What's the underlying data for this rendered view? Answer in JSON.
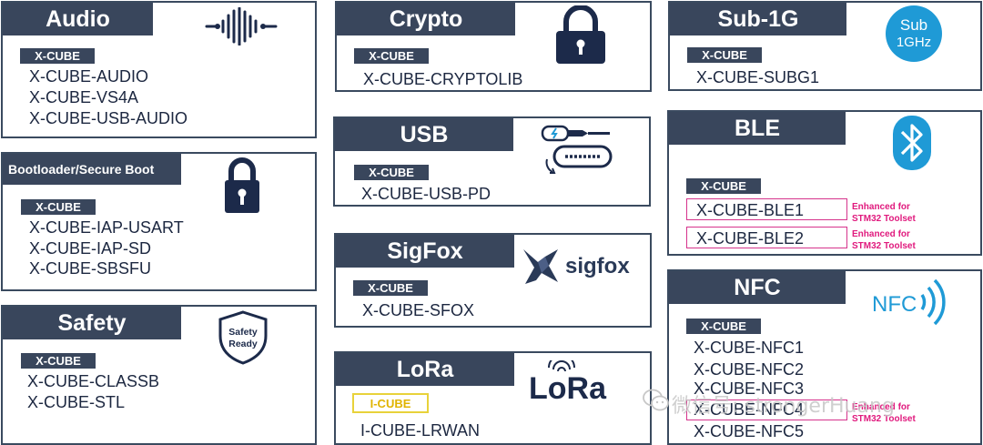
{
  "audio": {
    "title": "Audio",
    "tag": "X-CUBE",
    "items": [
      "X-CUBE-AUDIO",
      "X-CUBE-VS4A",
      "X-CUBE-USB-AUDIO"
    ]
  },
  "bootloader": {
    "title": "Bootloader/Secure Boot",
    "tag": "X-CUBE",
    "items": [
      "X-CUBE-IAP-USART",
      "X-CUBE-IAP-SD",
      "X-CUBE-SBSFU"
    ]
  },
  "safety": {
    "title": "Safety",
    "tag": "X-CUBE",
    "items": [
      "X-CUBE-CLASSB",
      "X-CUBE-STL"
    ],
    "badge_line1": "Safety",
    "badge_line2": "Ready"
  },
  "crypto": {
    "title": "Crypto",
    "tag": "X-CUBE",
    "items": [
      "X-CUBE-CRYPTOLIB"
    ]
  },
  "usb": {
    "title": "USB",
    "tag": "X-CUBE",
    "items": [
      "X-CUBE-USB-PD"
    ]
  },
  "sigfox": {
    "title": "SigFox",
    "tag": "X-CUBE",
    "items": [
      "X-CUBE-SFOX"
    ],
    "logo_text": "sigfox"
  },
  "lora": {
    "title": "LoRa",
    "tag": "I-CUBE",
    "items": [
      "I-CUBE-LRWAN"
    ],
    "logo_text": "LoRa"
  },
  "subg": {
    "title": "Sub-1G",
    "tag": "X-CUBE",
    "items": [
      "X-CUBE-SUBG1"
    ],
    "badge_line1": "Sub",
    "badge_line2": "1GHz"
  },
  "ble": {
    "title": "BLE",
    "tag": "X-CUBE",
    "items": [
      "X-CUBE-BLE1",
      "X-CUBE-BLE2"
    ],
    "notes": [
      [
        "Enhanced for",
        "STM32 Toolset"
      ],
      [
        "Enhanced for",
        "STM32 Toolset"
      ]
    ]
  },
  "nfc": {
    "title": "NFC",
    "tag": "X-CUBE",
    "items": [
      "X-CUBE-NFC1",
      "X-CUBE-NFC2",
      "X-CUBE-NFC3",
      "X-CUBE-NFC4",
      "X-CUBE-NFC5"
    ],
    "logo_text": "NFC",
    "notes": [
      [
        "Enhanced for",
        "STM32 Toolset"
      ]
    ]
  },
  "watermark": "微信号: strongerHuang",
  "colors": {
    "bar": "#39465c",
    "border": "#3a4a5f",
    "accent_blue": "#1f9ad6",
    "highlight": "#e0197d",
    "text": "#1c2740"
  }
}
